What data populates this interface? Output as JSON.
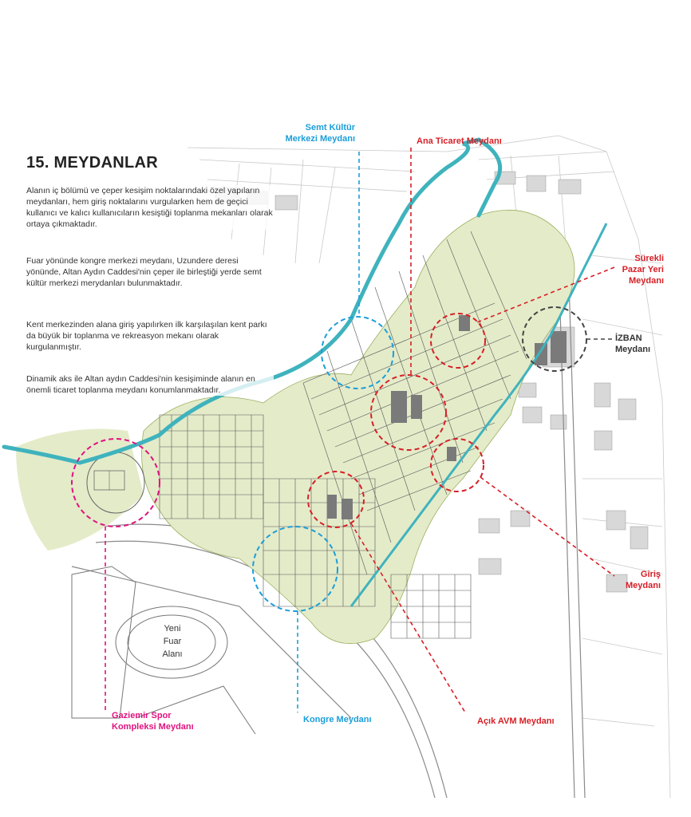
{
  "section": {
    "title": "15. MEYDANLAR",
    "paragraphs": [
      "Alanın iç bölümü ve çeper kesişim noktalarındaki özel yapıların meydanları, hem giriş noktalarını vurgularken hem de geçici kullanıcı ve kalıcı kullanıcıların kesiştiği toplanma mekanları olarak ortaya çıkmaktadır.",
      "Fuar yönünde kongre merkezi meydanı, Uzundere deresi yönünde, Altan Aydın Caddesi'nin çeper ile birleştiği yerde semt kültür merkezi merydanları bulunmaktadır.",
      "Kent merkezinden alana giriş yapılırken ilk karşılaşılan kent parkı da büyük bir toplanma ve rekreasyon mekanı olarak kurgulanmıştır.",
      "Dinamik aks ile Altan aydın Caddesi'nin kesişiminde alanın en önemli ticaret toplanma meydanı konumlanmaktadır."
    ]
  },
  "labels": {
    "semt_kultur": [
      "Semt Kültür",
      "Merkezi Meydanı"
    ],
    "ana_ticaret": [
      "Ana Ticaret Meydanı"
    ],
    "surekli_pazar": [
      "Sürekli",
      "Pazar Yeri",
      "Meydanı"
    ],
    "izban": [
      "İZBAN",
      "Meydanı"
    ],
    "giris": [
      "Giriş",
      "Meydanı"
    ],
    "acik_avm": [
      "Açık AVM Meydanı"
    ],
    "kongre": [
      "Kongre Meydanı"
    ],
    "gaziemir": [
      "Gaziemir Spor",
      "Kompleksi Meydanı"
    ],
    "yeni_fuar": [
      "Yeni",
      "Fuar",
      "Alanı"
    ]
  },
  "colors": {
    "red": "#d71f26",
    "blue": "#1a9ed9",
    "magenta": "#e0137f",
    "gray": "#444444",
    "river": "#3fb3bd",
    "park": "#e4ebc9"
  }
}
